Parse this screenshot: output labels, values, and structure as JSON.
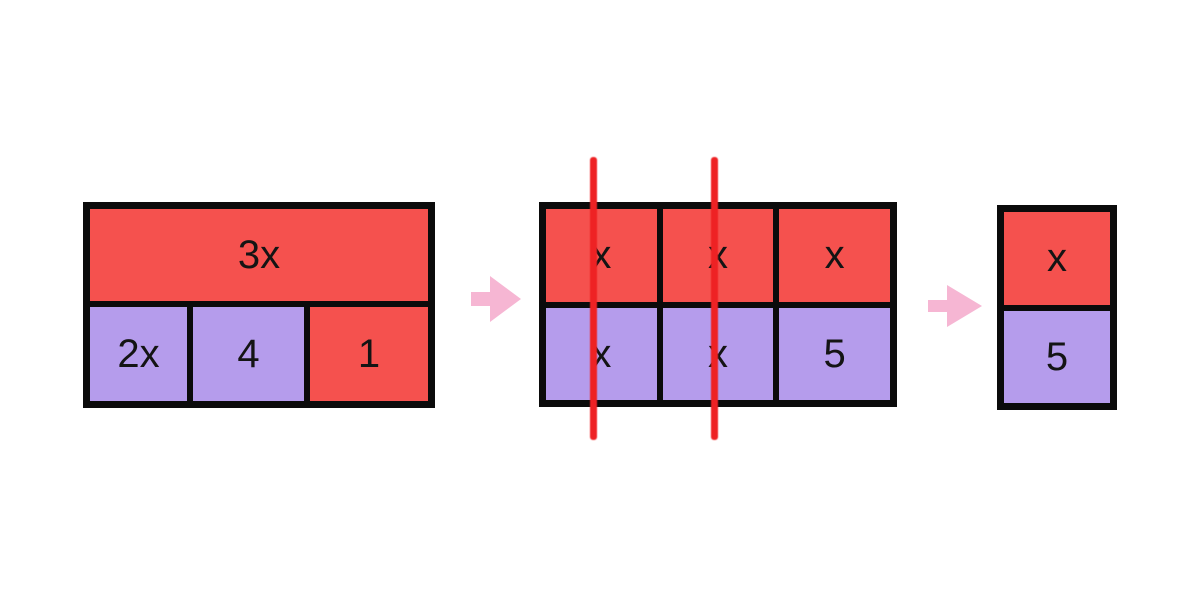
{
  "colors": {
    "tile_red": "#f5514e",
    "tile_purple": "#b59cec",
    "strike_line_red": "#ee2224",
    "arrow_pink": "#f6b6d3",
    "border_black": "#0b0b0b",
    "label_black": "#141414"
  },
  "left_model": {
    "top_row": [
      {
        "label": "3x",
        "color": "red"
      }
    ],
    "bottom_row": [
      {
        "label": "2x",
        "color": "purple"
      },
      {
        "label": "4",
        "color": "purple"
      },
      {
        "label": "1",
        "color": "red"
      }
    ]
  },
  "middle_model": {
    "top_row": [
      {
        "label": "x",
        "color": "red"
      },
      {
        "label": "x",
        "color": "red"
      },
      {
        "label": "x",
        "color": "red"
      }
    ],
    "bottom_row": [
      {
        "label": "x",
        "color": "purple"
      },
      {
        "label": "x",
        "color": "purple"
      },
      {
        "label": "5",
        "color": "purple"
      }
    ]
  },
  "right_model": {
    "top_row": [
      {
        "label": "x",
        "color": "red"
      }
    ],
    "bottom_row": [
      {
        "label": "5",
        "color": "purple"
      }
    ]
  }
}
